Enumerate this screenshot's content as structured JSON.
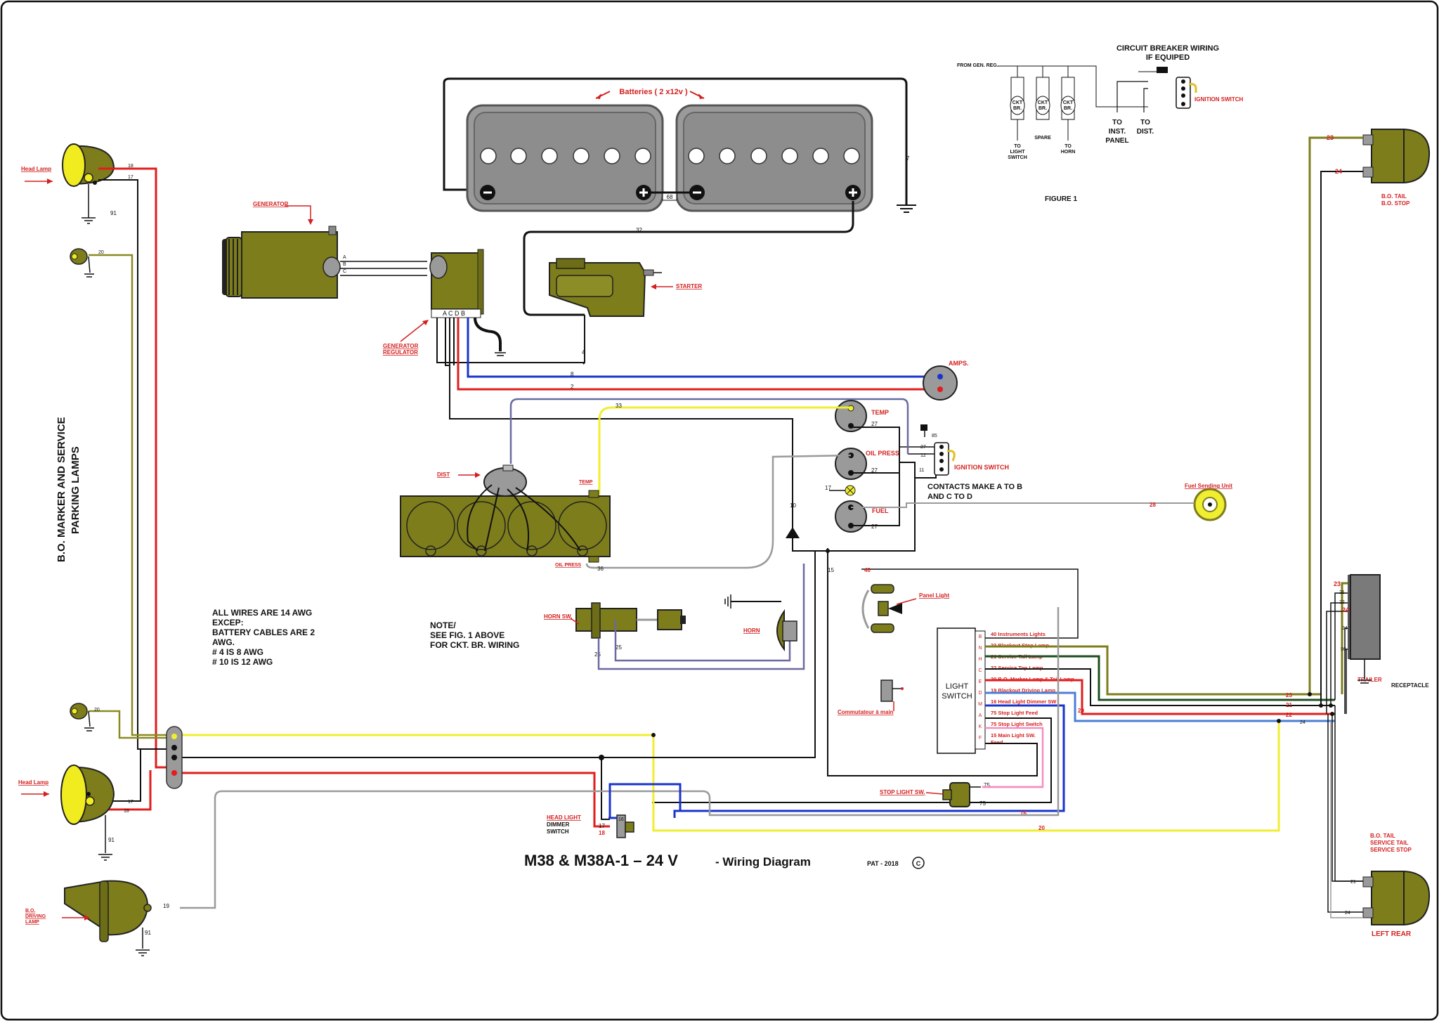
{
  "title": {
    "main": "M38 & M38A-1 – 24 V",
    "sub": "- Wiring Diagram",
    "credit": "PAT - 2018",
    "copyright": "C"
  },
  "colors": {
    "olive": "#7d7d1c",
    "red": "#e11d1d",
    "blue": "#1a33cc",
    "yellow": "#f0ee30",
    "grey": "#9a9a9a",
    "navy": "#6a6aa0",
    "pink": "#f28fc0",
    "lightblue": "#4a7fd6",
    "darkgreen": "#1e4d1e",
    "wire_olive": "#8a8a22"
  },
  "labels": {
    "batteries": "Batteries ( 2 x12v )",
    "generator": "GENERATOR",
    "generator_regulator_1": "GENERATOR",
    "generator_regulator_2": "REGULATOR",
    "starter": "STARTER",
    "amps": "AMPS.",
    "temp": "TEMP",
    "oil_press": "OIL PRESS",
    "fuel": "FUEL",
    "ignition_switch": "IGNITION SWITCH",
    "contacts_1": "CONTACTS MAKE A TO B",
    "contacts_2": "AND C TO D",
    "fuel_sending_unit": "Fuel Sending Unit",
    "dist": "DIST",
    "engine_temp": "TEMP",
    "engine_oil_press": "OIL PRESS",
    "horn_sw": "HORN SW.",
    "horn": "HORN",
    "panel_light": "Panel Light",
    "light_switch_1": "LIGHT",
    "light_switch_2": "SWITCH",
    "commutateur": "Commutateur à main",
    "stop_light_sw": "STOP LIGHT SW.",
    "head_light_dimmer_1": "HEAD LIGHT",
    "head_light_dimmer_2": "DIMMER",
    "head_light_dimmer_3": "SWITCH",
    "head_lamp_top": "Head Lamp",
    "head_lamp_bottom": "Head Lamp",
    "bo_driving_1": "B.O.",
    "bo_driving_2": "DRIVING",
    "bo_driving_3": "LAMP",
    "bo_marker_1": "B.O. MARKER AND SERVICE",
    "bo_marker_2": "PARKING LAMPS",
    "bo_tail_top_1": "B.O. TAIL",
    "bo_tail_top_2": "B.O. STOP",
    "trailer_1": "TRAILER",
    "trailer_2": "RECEPTACLE",
    "bo_tail_bottom_1": "B.O. TAIL",
    "bo_tail_bottom_2": "SERVICE TAIL",
    "bo_tail_bottom_3": "SERVICE STOP",
    "left_rear": "LEFT REAR",
    "figure1": "FIGURE 1",
    "cb_title_1": "CIRCUIT BREAKER WIRING",
    "cb_title_2": "IF EQUIPED",
    "cb_from_gen": "FROM GEN. REG.",
    "cb_ignition": "IGNITION SWITCH",
    "cb_inst_1": "TO",
    "cb_inst_2": "INST.",
    "cb_inst_3": "PANEL",
    "cb_dist_1": "TO",
    "cb_dist_2": "DIST.",
    "cb_light_1": "TO",
    "cb_light_2": "LIGHT",
    "cb_light_3": "SWITCH",
    "cb_spare": "SPARE",
    "cb_horn_1": "TO",
    "cb_horn_2": "HORN",
    "cb_box": "CKT",
    "cb_box_2": "BR.",
    "note_1": "NOTE/",
    "note_2": "SEE FIG. 1 ABOVE",
    "note_3": "FOR CKT. BR. WIRING",
    "awg_1": "ALL WIRES ARE 14 AWG",
    "awg_2": "EXCEP:",
    "awg_3": "BATTERY CABLES ARE 2",
    "awg_4": "AWG.",
    "awg_5": "# 4 IS 8 AWG",
    "awg_6": "# 10 IS 12 AWG",
    "reg_terminals": "A C D B",
    "gen_terminal_a": "A",
    "gen_terminal_b": "B",
    "gen_terminal_c": "C"
  },
  "light_switch_circuits": [
    {
      "letter": "B",
      "text": "40 Instruments Lights"
    },
    {
      "letter": "N",
      "text": "23 Blackout Stop Lamp"
    },
    {
      "letter": "H",
      "text": "21 Service Tail Lamp"
    },
    {
      "letter": "C",
      "text": "22 Service Top Lamp"
    },
    {
      "letter": "E",
      "text": "20 B.O. Marker Lamp & Tail Lamp"
    },
    {
      "letter": "D",
      "text": "19 Blackout Driving Lamp"
    },
    {
      "letter": "M",
      "text": "16 Head Light Dimmer SW"
    },
    {
      "letter": "A",
      "text": "75 Stop Light Feed"
    },
    {
      "letter": "K",
      "text": "75 Stop Light Switch"
    },
    {
      "letter": "F",
      "text": "15 Main Light SW."
    },
    {
      "letter": "",
      "text": "Feed"
    }
  ],
  "wire_numbers": {
    "w18": "18",
    "w17": "17",
    "w91": "91",
    "w20": "20",
    "w19": "19",
    "w68": "68",
    "w7": "7",
    "w32": "32",
    "w4": "4",
    "w8": "8",
    "w2": "2",
    "w33": "33",
    "w27": "27",
    "w12": "12",
    "w11": "11",
    "w85": "85",
    "w10": "10",
    "w15": "15",
    "w36": "36",
    "w28": "28",
    "w25": "25",
    "w40": "40",
    "w16": "16",
    "w75": "75",
    "w23": "23",
    "w24": "24",
    "w21": "21",
    "w22": "22",
    "w90": "90"
  }
}
